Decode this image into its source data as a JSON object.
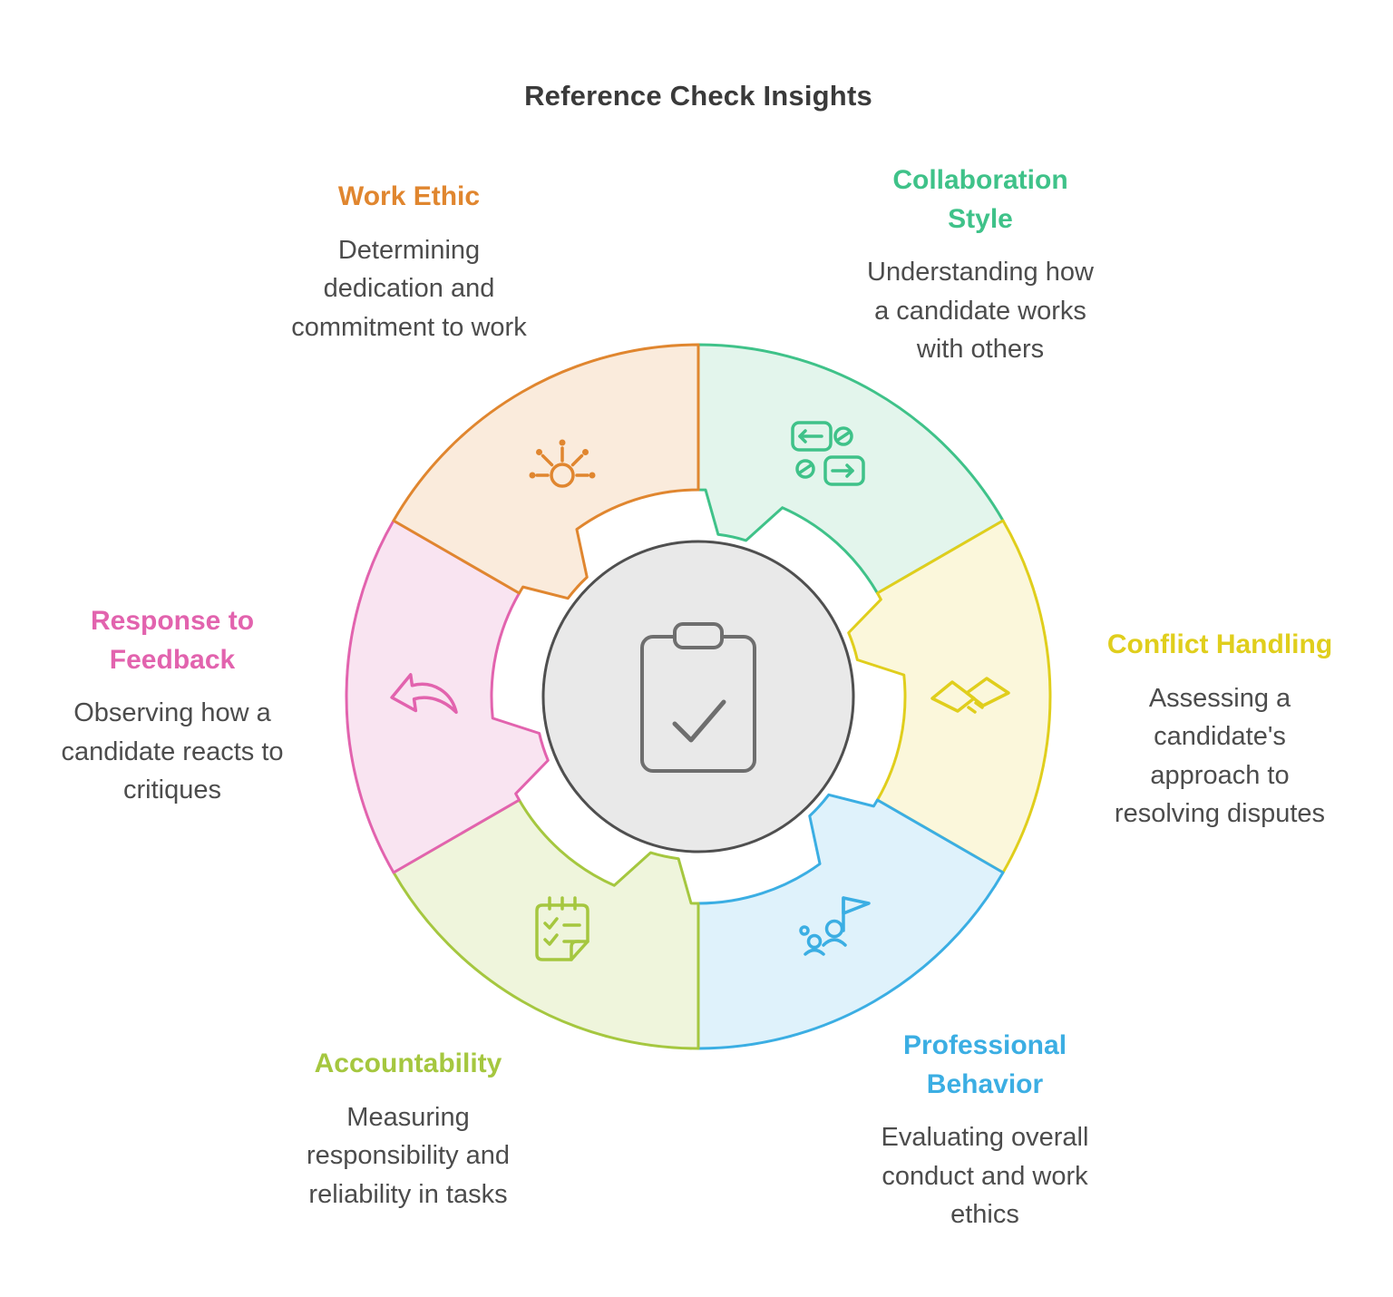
{
  "title": "Reference Check Insights",
  "center": {
    "icon": "clipboard-check-icon",
    "circle_fill": "#e9e9e9",
    "circle_stroke": "#4f4f4f",
    "glyph_stroke": "#6e6e6e"
  },
  "segments": [
    {
      "id": "work-ethic",
      "label": "Work Ethic",
      "description": "Determining dedication and commitment to work",
      "color": "#e0862f",
      "fill": "#faebdc",
      "icon": "effort-burst-icon"
    },
    {
      "id": "collaboration-style",
      "label": "Collaboration Style",
      "description": "Understanding how a candidate works with others",
      "color": "#3fc289",
      "fill": "#e3f5ec",
      "icon": "chat-people-icon"
    },
    {
      "id": "conflict-handling",
      "label": "Conflict Handling",
      "description": "Assessing a candidate's approach to resolving disputes",
      "color": "#e0ce1c",
      "fill": "#fbf7db",
      "icon": "handshake-icon"
    },
    {
      "id": "professional-behavior",
      "label": "Professional Behavior",
      "description": "Evaluating overall conduct and work ethics",
      "color": "#3baee3",
      "fill": "#dff2fb",
      "icon": "team-flag-icon"
    },
    {
      "id": "accountability",
      "label": "Accountability",
      "description": "Measuring responsibility and reliability in tasks",
      "color": "#a5c73f",
      "fill": "#eff5dc",
      "icon": "checklist-icon"
    },
    {
      "id": "response-to-feedback",
      "label": "Response to Feedback",
      "description": "Observing how a candidate reacts to critiques",
      "color": "#e263ae",
      "fill": "#f9e4f1",
      "icon": "reply-arrow-icon"
    }
  ]
}
